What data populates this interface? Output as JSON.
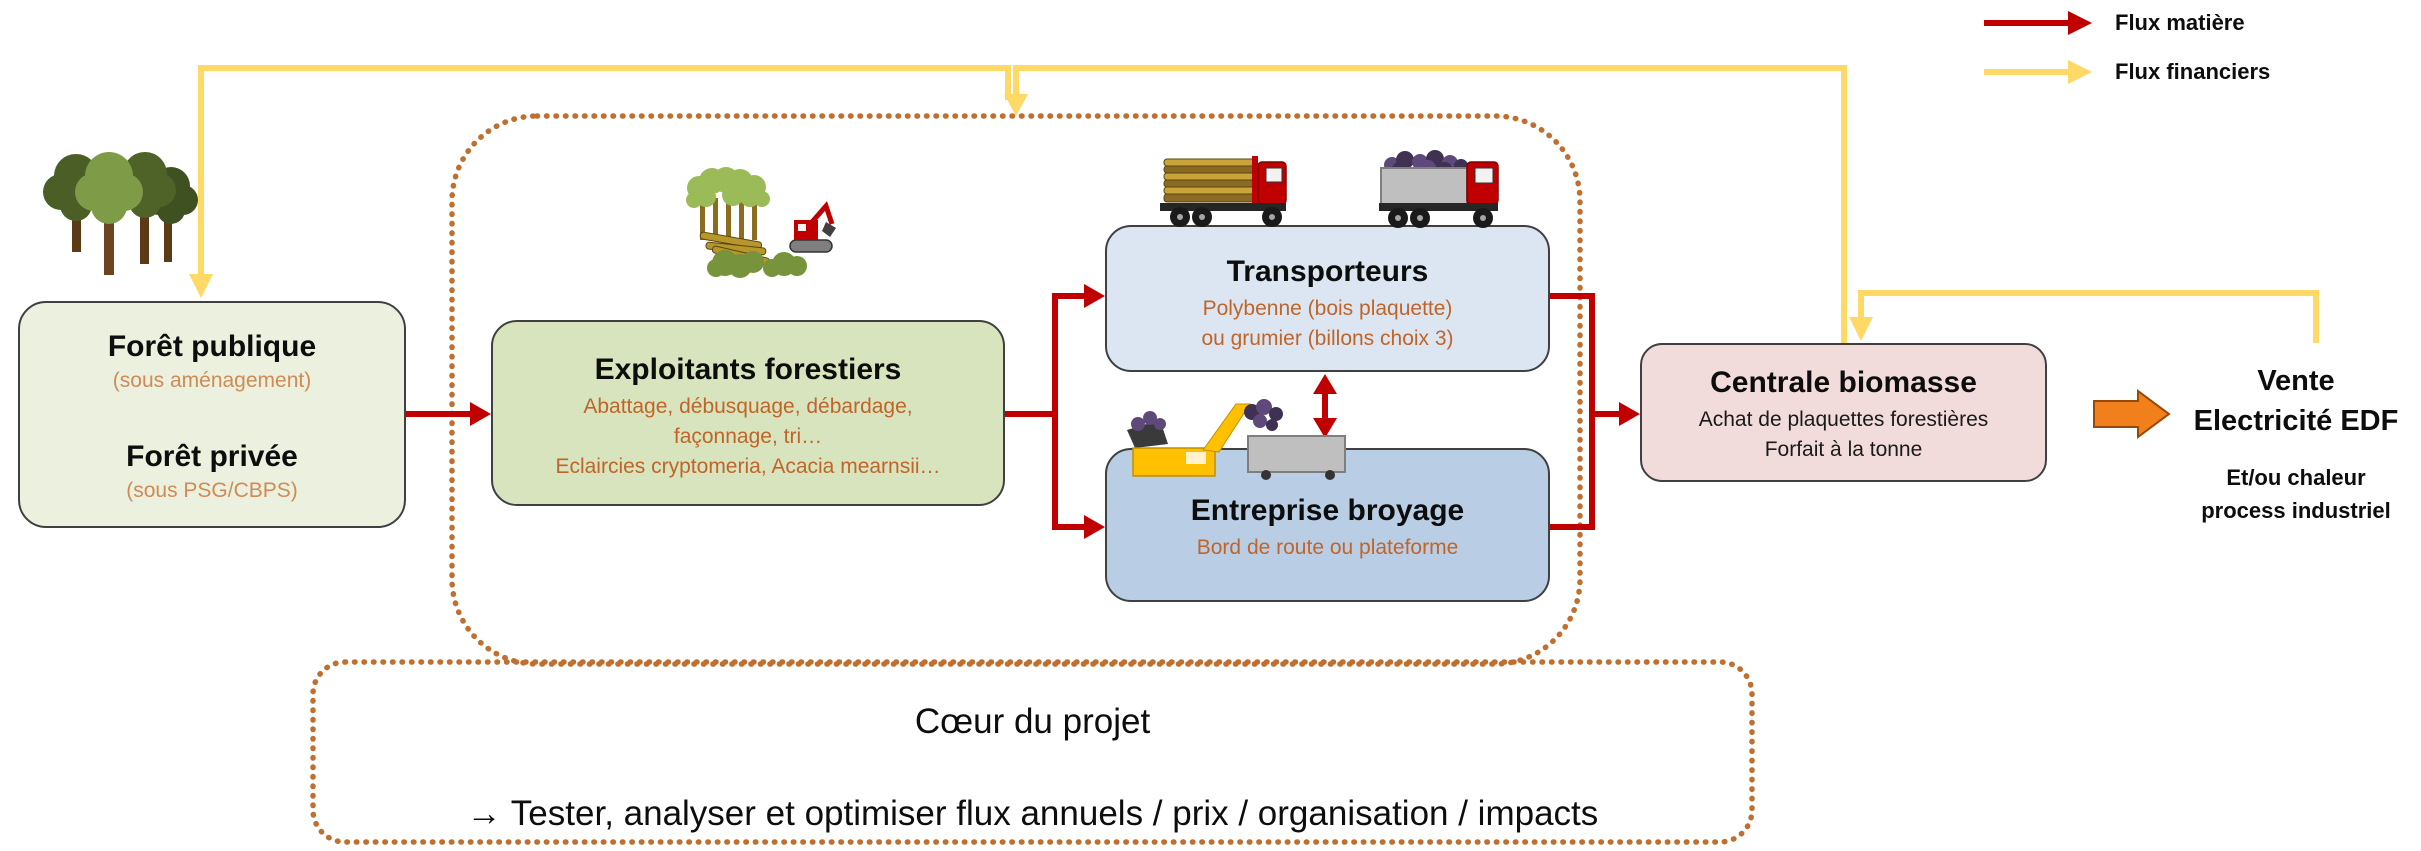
{
  "legend": {
    "material_flow_label": "Flux matière",
    "financial_flow_label": "Flux financiers"
  },
  "colors": {
    "material_flow": "#c00000",
    "financial_flow": "#ffd966",
    "project_boundary": "#bf6f2f",
    "subtext": "#c0652a",
    "forest_note": "#cf8a55",
    "forest_box": "#ebf1de",
    "operators_box": "#d7e4bd",
    "transport_box": "#dce6f2",
    "chipping_box": "#b9cde5",
    "plant_box": "#f2dcdb",
    "sale_arrow": "#f07f1c"
  },
  "icons": {
    "forest": "forest-trees-icon",
    "operators": "forestry-harvest-icon",
    "log_truck": "log-truck-icon",
    "chip_truck": "chip-dump-truck-icon",
    "chipper": "chipper-excavator-icon"
  },
  "forest": {
    "public_title": "Forêt publique",
    "public_note": "(sous aménagement)",
    "private_title": "Forêt privée",
    "private_note": "(sous PSG/CBPS)"
  },
  "operators": {
    "title": "Exploitants forestiers",
    "lines": [
      "Abattage, débusquage, débardage,",
      "façonnage, tri…",
      "Eclaircies cryptomeria, Acacia mearnsii…"
    ]
  },
  "transport": {
    "title": "Transporteurs",
    "lines": [
      "Polybenne (bois plaquette)",
      "ou grumier (billons choix 3)"
    ]
  },
  "chipping": {
    "title": "Entreprise broyage",
    "lines": [
      "Bord de route ou plateforme"
    ]
  },
  "plant": {
    "title": "Centrale biomasse",
    "lines": [
      "Achat de plaquettes forestières",
      "Forfait à la tonne"
    ]
  },
  "sale": {
    "title_line1": "Vente",
    "title_line2": "Electricité EDF",
    "note_line1": "Et/ou chaleur",
    "note_line2": "process industriel"
  },
  "project_core": {
    "title": "Cœur du projet",
    "goal": "→ Tester, analyser et optimiser flux annuels / prix / organisation / impacts"
  }
}
